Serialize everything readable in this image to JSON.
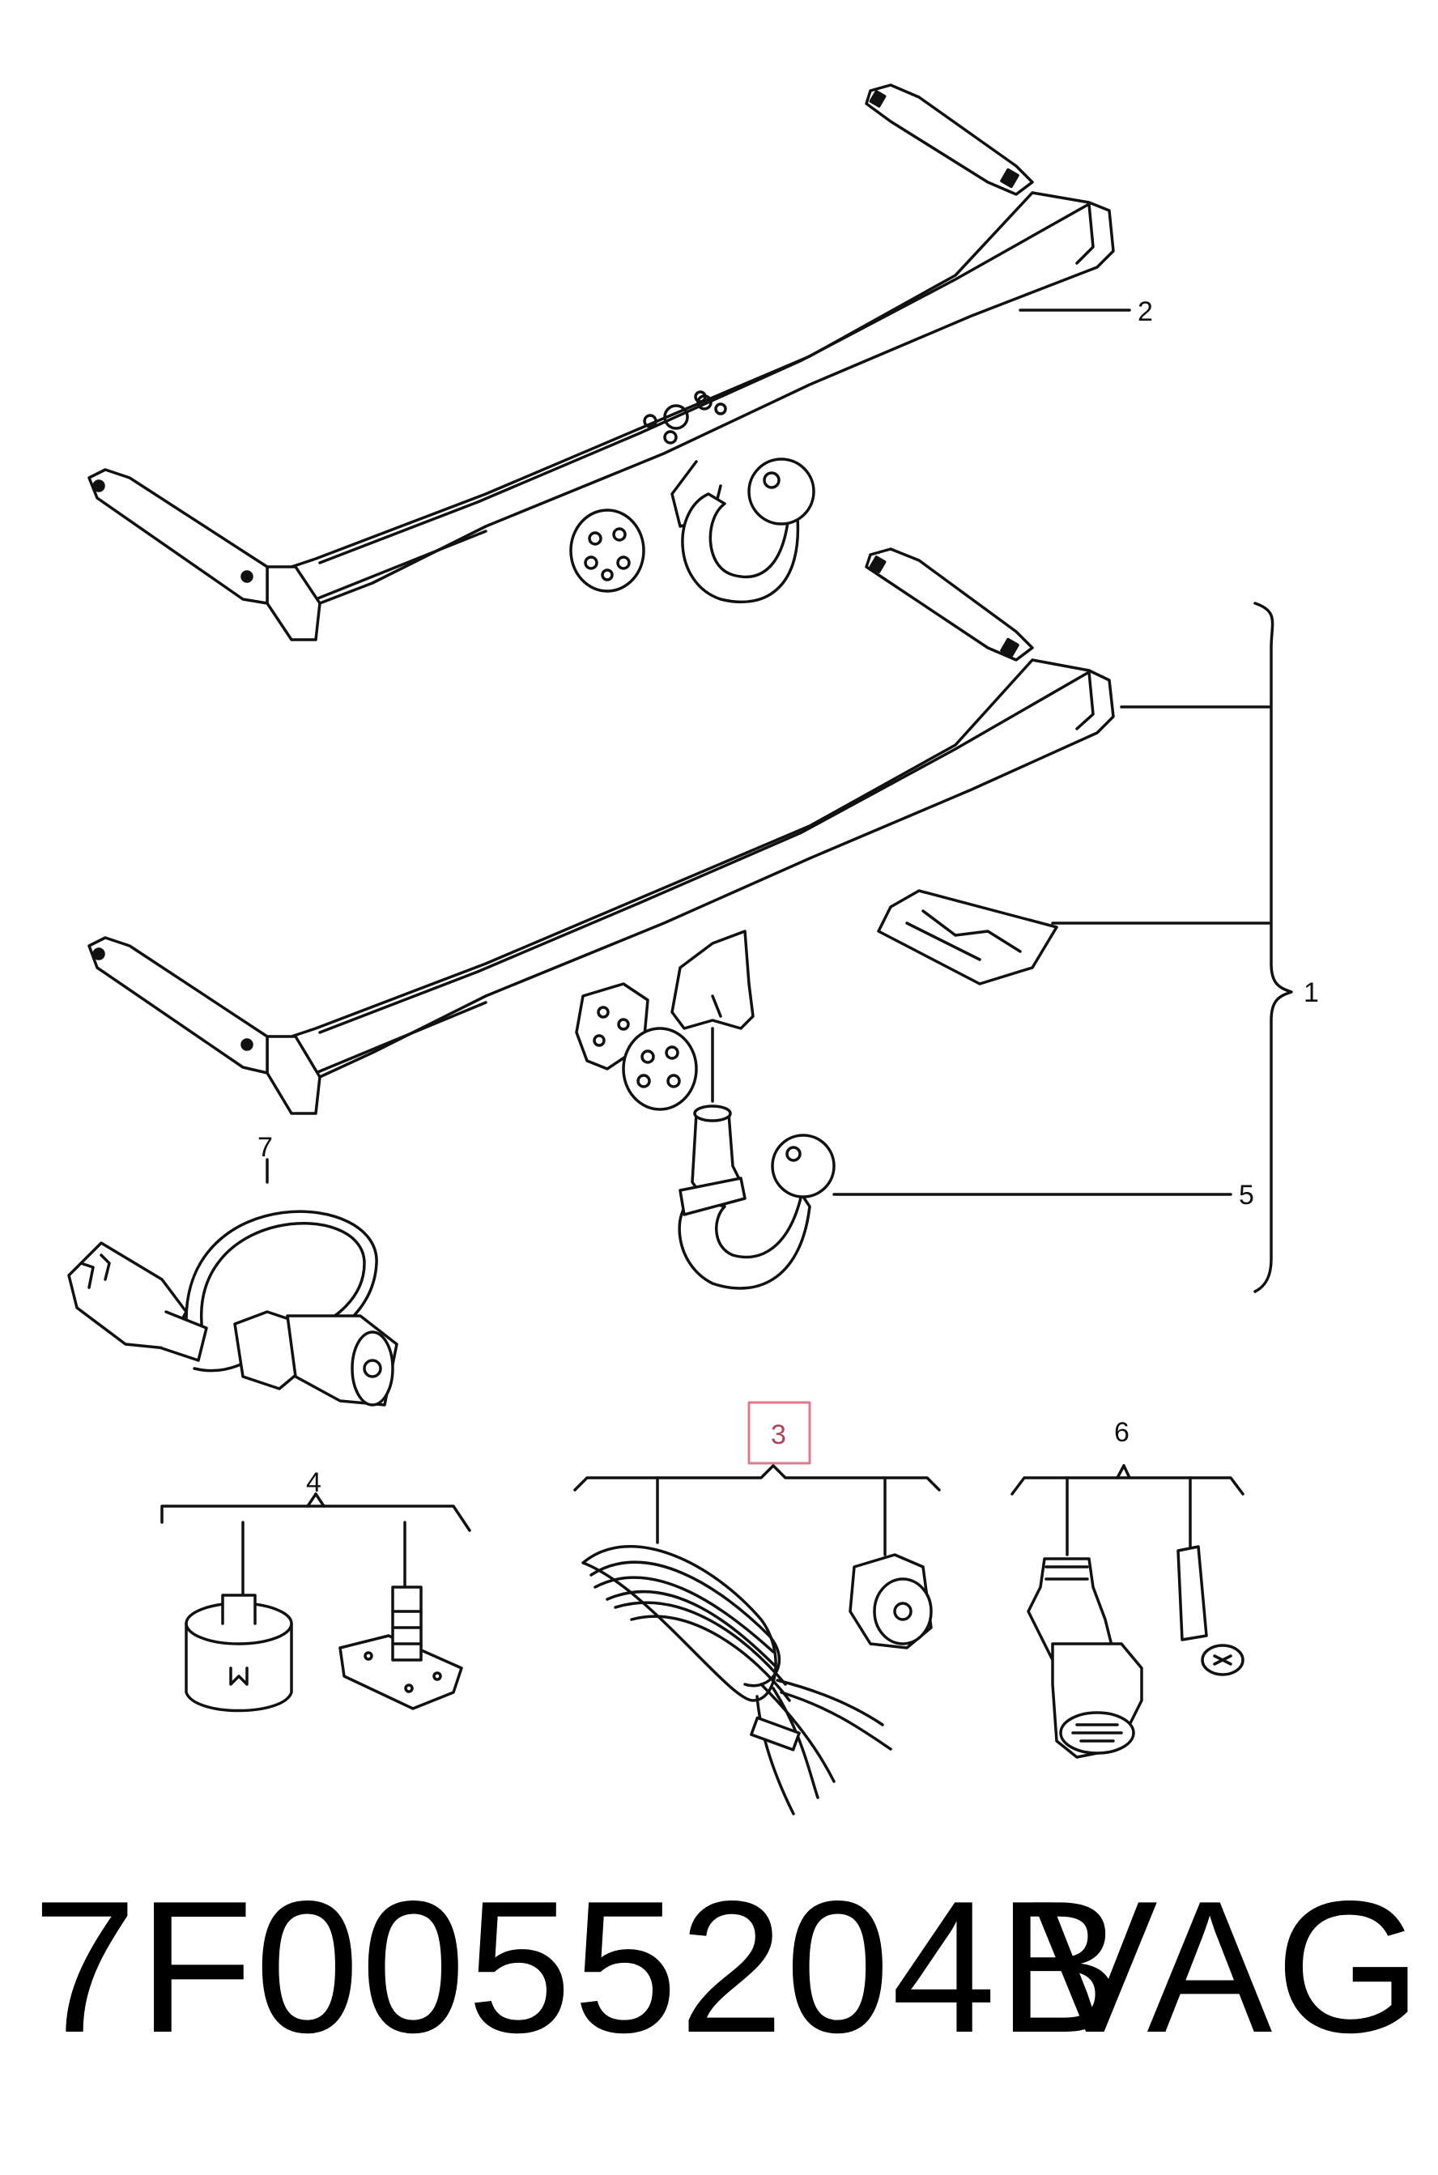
{
  "callouts": {
    "c1": "1",
    "c2": "2",
    "c3": "3",
    "c4": "4",
    "c5": "5",
    "c6": "6",
    "c7": "7"
  },
  "highlight": {
    "callout": "3",
    "color": "#e07a8c"
  },
  "footer": {
    "part_number": "7F0055204B",
    "brand": "VAG"
  }
}
